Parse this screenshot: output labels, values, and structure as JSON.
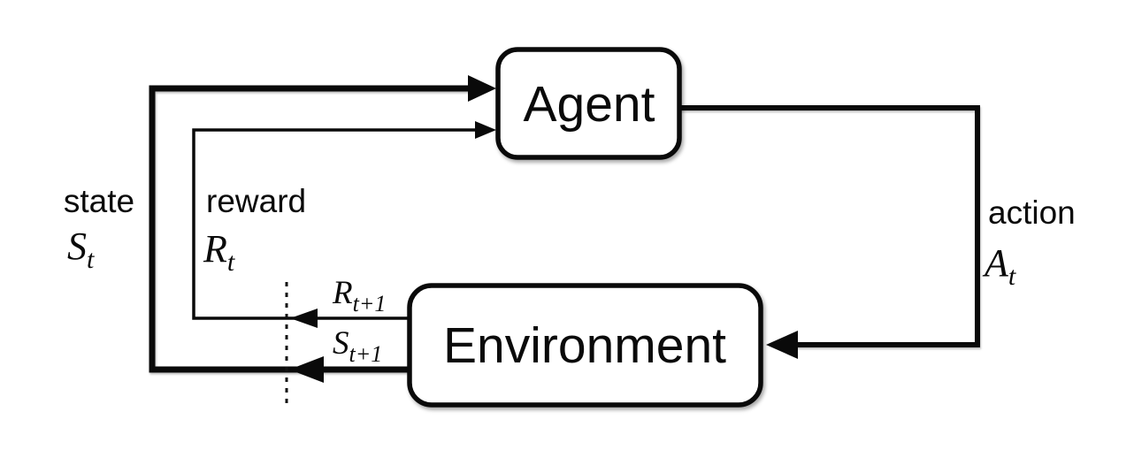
{
  "nodes": {
    "agent": {
      "label": "Agent"
    },
    "environment": {
      "label": "Environment"
    }
  },
  "labels": {
    "state": {
      "word": "state",
      "symbol": "S",
      "subscript": "t"
    },
    "reward": {
      "word": "reward",
      "symbol": "R",
      "subscript": "t"
    },
    "action": {
      "word": "action",
      "symbol": "A",
      "subscript": "t"
    },
    "next_reward": {
      "symbol": "R",
      "subscript": "t+1"
    },
    "next_state": {
      "symbol": "S",
      "subscript": "t+1"
    }
  },
  "colors": {
    "line": "#0a0a0a",
    "background": "#ffffff",
    "box_fill": "#ffffff"
  }
}
